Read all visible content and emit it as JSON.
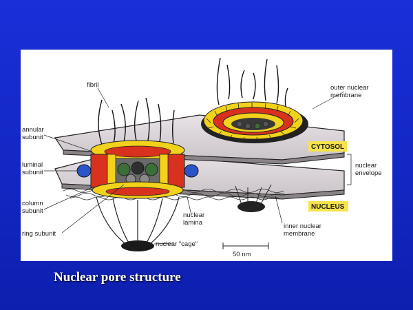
{
  "caption": "Nuclear pore structure",
  "labels": {
    "fibril": "fibril",
    "annular_1": "annular",
    "annular_2": "subunit",
    "luminal_1": "luminal",
    "luminal_2": "subunit",
    "column_1": "column",
    "column_2": "subunit",
    "ring": "ring subunit",
    "cage": "nuclear \"cage\"",
    "lamina_1": "nuclear",
    "lamina_2": "lamina",
    "outer_1": "outer nuclear",
    "outer_2": "membrane",
    "envelope_1": "nuclear",
    "envelope_2": "envelope",
    "inner_1": "inner nuclear",
    "inner_2": "membrane",
    "cytosol": "CYTOSOL",
    "nucleus": "NUCLEUS",
    "scale": "50 nm"
  },
  "colors": {
    "membrane": "#d8d2d6",
    "yellow": "#f2d21a",
    "red": "#d8321e",
    "blue": "#2a55c8",
    "green": "#3c6e3a",
    "tag": "#f7e34a"
  }
}
